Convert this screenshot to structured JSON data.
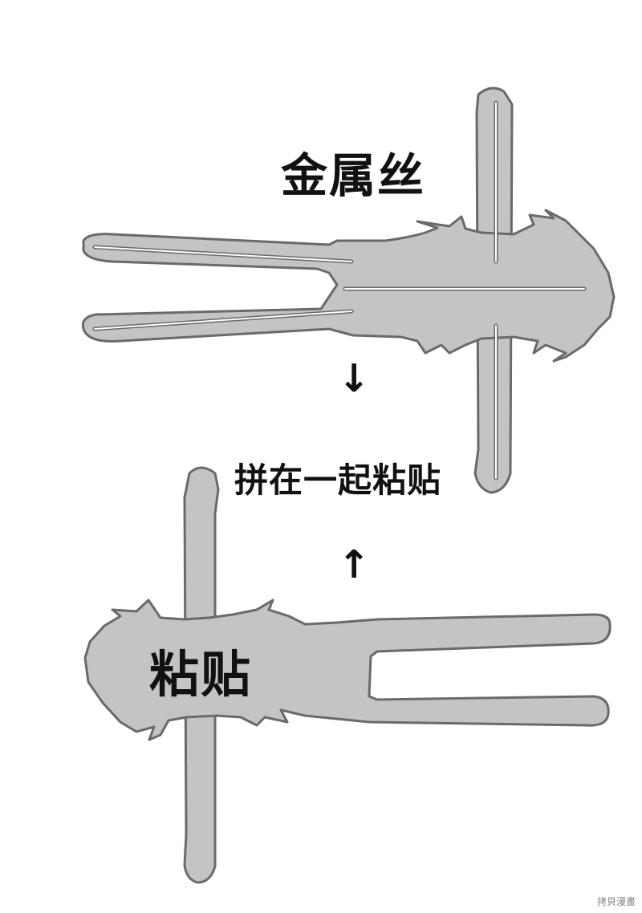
{
  "labels": {
    "wire": "金属丝",
    "join": "拼在一起粘贴",
    "paste": "粘贴"
  },
  "arrows": {
    "down": "↓",
    "up": "↑"
  },
  "watermark": "拷貝漫畫",
  "colors": {
    "silhouette_fill": "#c4c4c4",
    "silhouette_outline": "#6a6a6a",
    "wire_line": "#ffffff",
    "text": "#111111",
    "background": "#ffffff"
  }
}
